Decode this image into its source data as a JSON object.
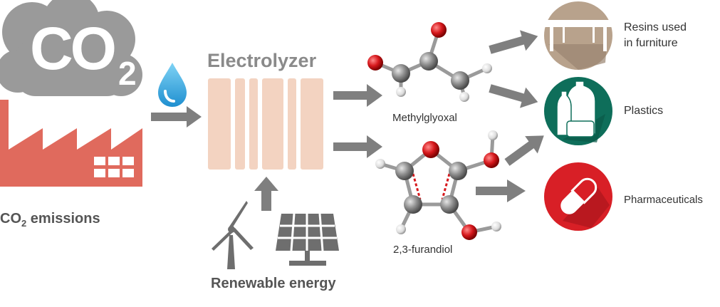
{
  "co2_cloud": {
    "text_main": "CO",
    "text_sub": "2"
  },
  "co2_emissions": {
    "prefix": "CO",
    "sub": "2",
    "suffix": " emissions"
  },
  "electrolyzer": {
    "title": "Electrolyzer"
  },
  "renewable_energy": {
    "label": "Renewable energy"
  },
  "molecules": [
    {
      "name": "Methylglyoxal"
    },
    {
      "name": "2,3-furandiol"
    }
  ],
  "products": [
    {
      "label_line1": "Resins used",
      "label_line2": "in furniture"
    },
    {
      "label": "Plastics"
    },
    {
      "label": "Pharmaceuticals"
    }
  ],
  "colors": {
    "factory_red": "#e06a5d",
    "cloud_gray": "#9a9a9a",
    "arrow_gray": "#7f7f7f",
    "electrolyzer_peach": "#f3d3c1",
    "water_blue": "#29a8e0",
    "furniture_tan": "#b8a28c",
    "plastics_green": "#0e6e5a",
    "pharma_red": "#d81f26",
    "atom_gray": "#8c8c8c",
    "atom_red": "#d6181c"
  },
  "icons": [
    "co2-cloud-icon",
    "factory-icon",
    "water-drop-icon",
    "wind-turbine-icon",
    "solar-panel-icon",
    "table-icon",
    "bottles-icon",
    "pill-icon"
  ]
}
